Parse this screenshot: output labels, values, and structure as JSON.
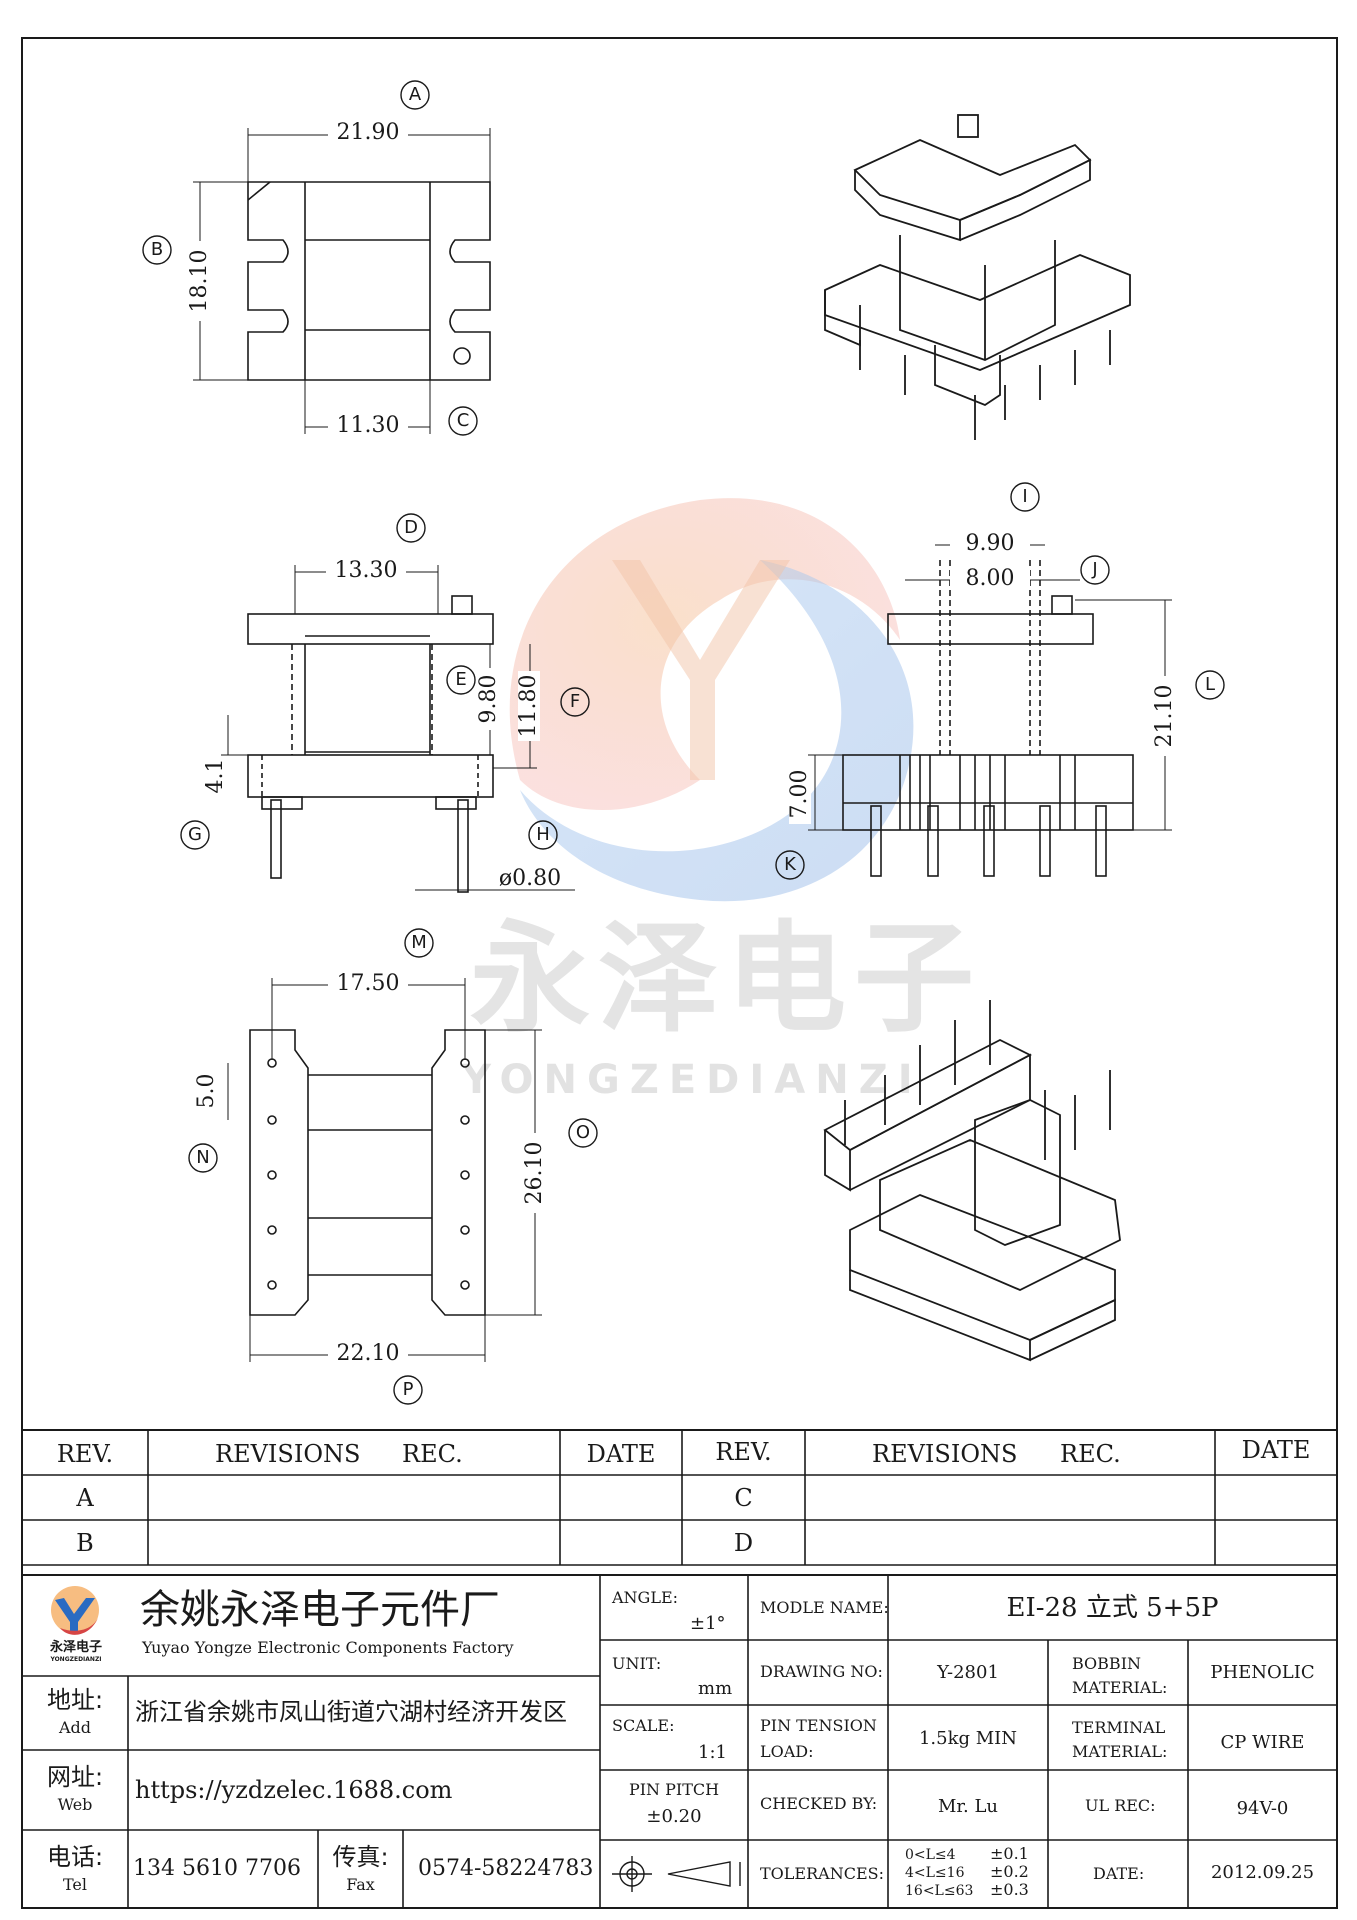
{
  "watermark": {
    "cn": "永泽电子",
    "en": "YONGZEDIANZI"
  },
  "views": {
    "top": {
      "dim_width": "21.90",
      "dim_height": "18.10",
      "dim_inner": "11.30",
      "labels": [
        "A",
        "B",
        "C"
      ]
    },
    "front": {
      "dim_width": "13.30",
      "dim_e": "9.80",
      "dim_f": "11.80",
      "dim_g": "4.1",
      "dim_pin": "ø0.80",
      "labels": [
        "D",
        "E",
        "F",
        "G",
        "H"
      ]
    },
    "side": {
      "dim_outer": "9.90",
      "dim_inner": "8.00",
      "dim_height": "21.10",
      "dim_base": "7.00",
      "labels": [
        "I",
        "J",
        "K",
        "L"
      ]
    },
    "bottom": {
      "dim_top": "17.50",
      "dim_pitch": "5.0",
      "dim_height": "26.10",
      "dim_width": "22.10",
      "labels": [
        "M",
        "N",
        "O",
        "P"
      ]
    }
  },
  "revisions": {
    "headers": [
      "REV.",
      "REVISIONS",
      "REC.",
      "DATE",
      "REV.",
      "REVISIONS",
      "REC.",
      "DATE"
    ],
    "left_rows": [
      "A",
      "B"
    ],
    "right_rows": [
      "C",
      "D"
    ]
  },
  "company": {
    "logo_cn": "永泽电子",
    "logo_en": "YONGZEDIANZI",
    "name_cn": "余姚永泽电子元件厂",
    "name_en": "Yuyao Yongze Electronic Components Factory",
    "address_label_cn": "地址:",
    "address_label_en": "Add",
    "address": "浙江省余姚市凤山街道穴湖村经济开发区",
    "web_label_cn": "网址:",
    "web_label_en": "Web",
    "web": "https://yzdzelec.1688.com",
    "tel_label_cn": "电话:",
    "tel_label_en": "Tel",
    "tel": "134 5610 7706",
    "fax_label_cn": "传真:",
    "fax_label_en": "Fax",
    "fax": "0574-58224783"
  },
  "specs": {
    "angle_label": "ANGLE:",
    "angle_value": "±1°",
    "unit_label": "UNIT:",
    "unit_value": "mm",
    "scale_label": "SCALE:",
    "scale_value": "1:1",
    "pin_pitch_label": "PIN PITCH",
    "pin_pitch_value": "±0.20",
    "model_label": "MODLE NAME:",
    "model_value": "EI-28 立式 5+5P",
    "drawing_label": "DRAWING NO:",
    "drawing_value": "Y-2801",
    "tension_label1": "PIN TENSION",
    "tension_label2": "LOAD:",
    "tension_value": "1.5kg MIN",
    "checked_label": "CHECKED BY:",
    "checked_value": "Mr. Lu",
    "tolerances_label": "TOLERANCES:",
    "tol_ranges": [
      "0<L≤4",
      "4<L≤16",
      "16<L≤63"
    ],
    "tol_values": [
      "±0.1",
      "±0.2",
      "±0.3"
    ],
    "bobbin_label1": "BOBBIN",
    "bobbin_label2": "MATERIAL:",
    "bobbin_value": "PHENOLIC",
    "terminal_label1": "TERMINAL",
    "terminal_label2": "MATERIAL:",
    "terminal_value": "CP WIRE",
    "ul_label": "UL REC:",
    "ul_value": "94V-0",
    "date_label": "DATE:",
    "date_value": "2012.09.25"
  }
}
